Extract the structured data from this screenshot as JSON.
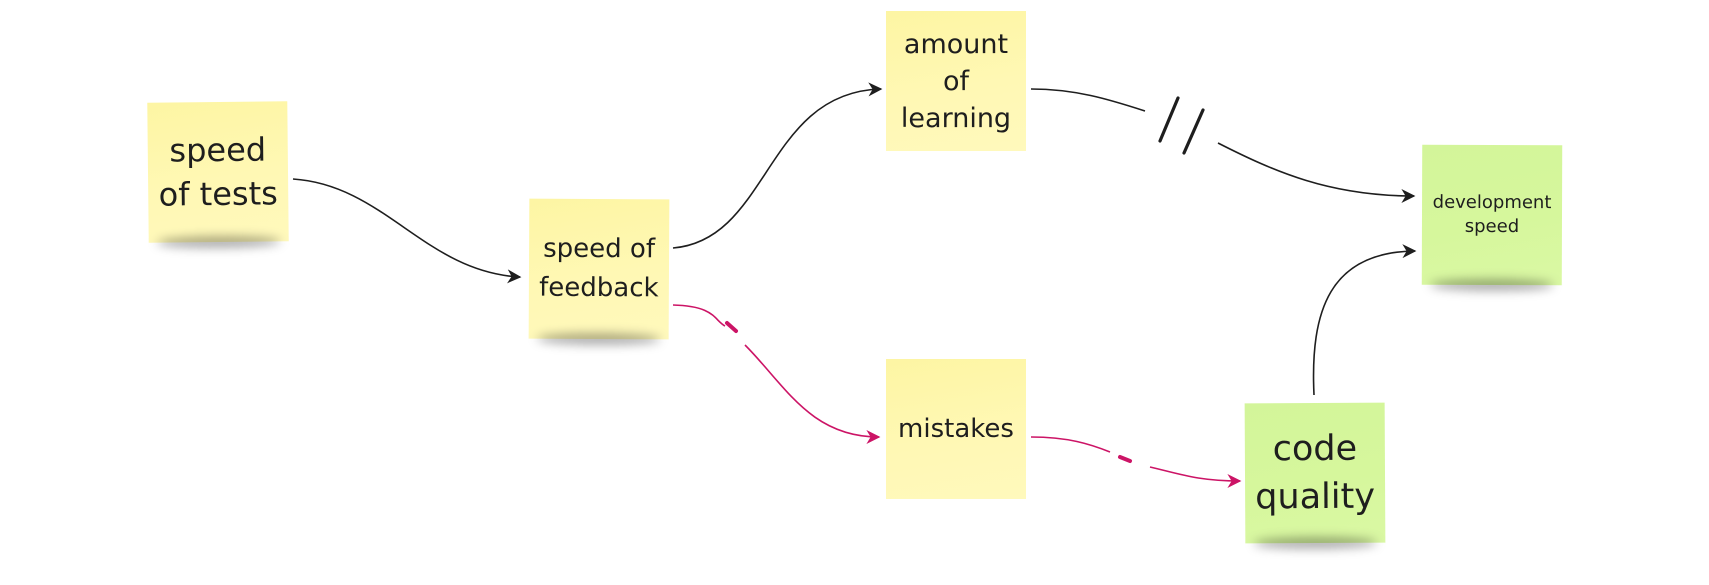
{
  "diagram": {
    "notes": {
      "speed_of_tests": "speed of tests",
      "speed_of_feedback": "speed of feedback",
      "amount_of_learning": "amount of learning",
      "mistakes": "mistakes",
      "code_quality": "code quality",
      "development_speed": "development speed"
    },
    "colors": {
      "note_yellow": "#fff8b4",
      "note_green": "#d6f79c",
      "arrow_default": "#1e1e1e",
      "arrow_negative": "#cc1466"
    },
    "edges": [
      {
        "from": "speed of tests",
        "to": "speed of feedback",
        "style": "solid"
      },
      {
        "from": "speed of feedback",
        "to": "amount of learning",
        "style": "solid"
      },
      {
        "from": "speed of feedback",
        "to": "mistakes",
        "style": "negative"
      },
      {
        "from": "amount of learning",
        "to": "development speed",
        "style": "delayed"
      },
      {
        "from": "mistakes",
        "to": "code quality",
        "style": "negative"
      },
      {
        "from": "code quality",
        "to": "development speed",
        "style": "solid"
      }
    ]
  }
}
